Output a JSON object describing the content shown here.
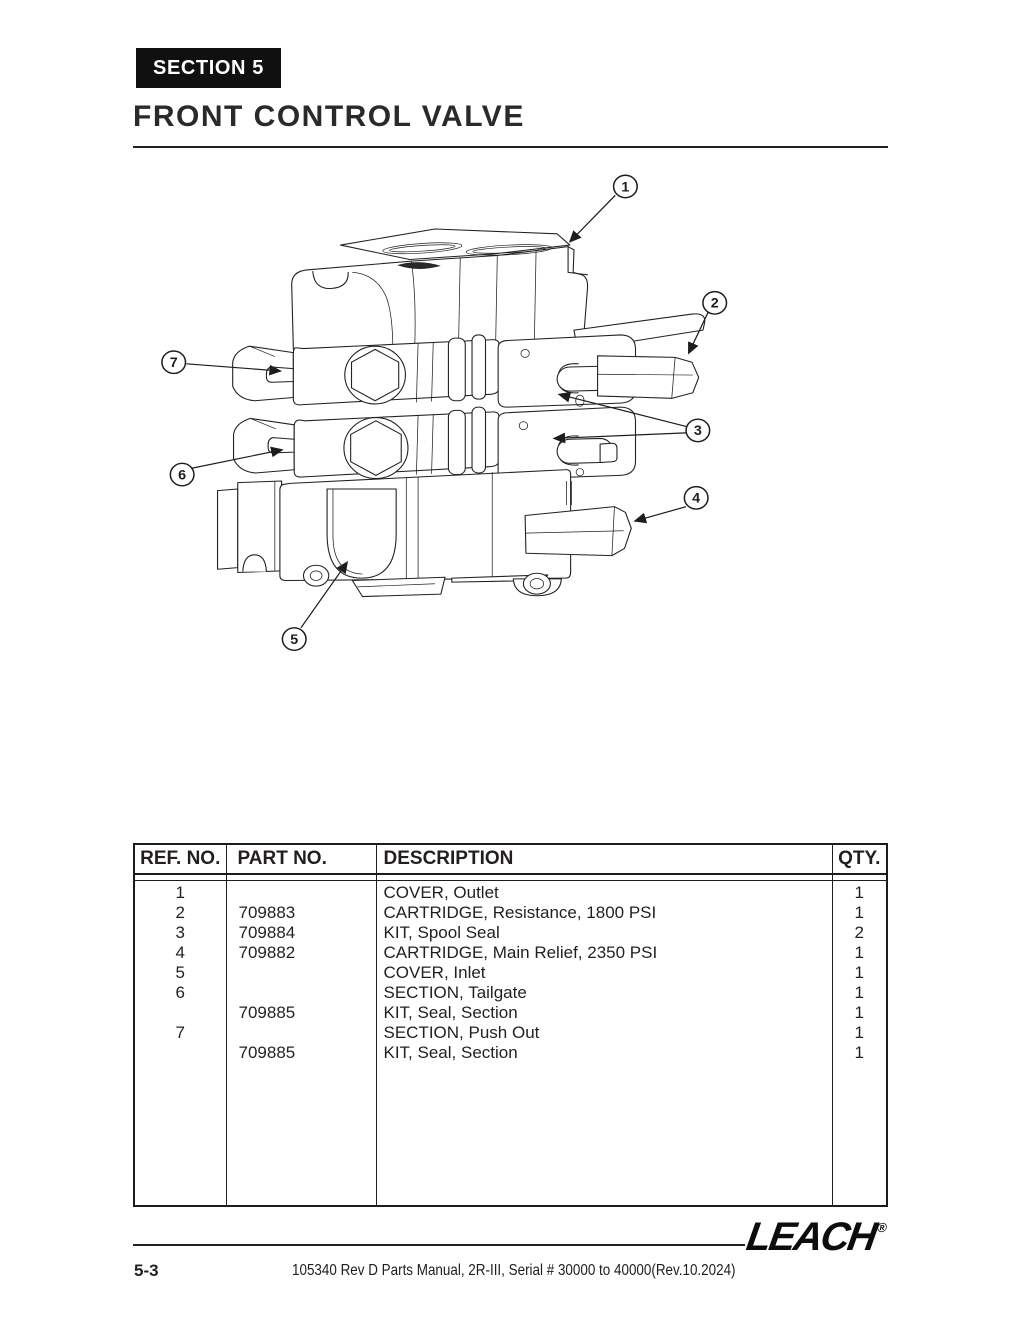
{
  "header": {
    "section_label": "SECTION 5",
    "title": "FRONT CONTROL VALVE"
  },
  "diagram": {
    "callouts": [
      "1",
      "2",
      "3",
      "4",
      "5",
      "6",
      "7"
    ]
  },
  "table": {
    "headers": [
      "REF. NO.",
      "PART NO.",
      "DESCRIPTION",
      "QTY."
    ],
    "rows": [
      [
        "1",
        "",
        "COVER, Outlet",
        "1"
      ],
      [
        "2",
        "709883",
        "CARTRIDGE, Resistance, 1800 PSI",
        "1"
      ],
      [
        "3",
        "709884",
        "KIT, Spool Seal",
        "2"
      ],
      [
        "4",
        "709882",
        "CARTRIDGE, Main Relief, 2350 PSI",
        "1"
      ],
      [
        "5",
        "",
        "COVER, Inlet",
        "1"
      ],
      [
        "6",
        "",
        "SECTION, Tailgate",
        "1"
      ],
      [
        "",
        "709885",
        "KIT, Seal, Section",
        "1"
      ],
      [
        "7",
        "",
        "SECTION, Push Out",
        "1"
      ],
      [
        "",
        "709885",
        "KIT, Seal, Section",
        "1"
      ]
    ]
  },
  "footer": {
    "page_number": "5-3",
    "manual_info": "105340 Rev D Parts Manual, 2R-III, Serial # 30000 to 40000(Rev.10.2024)",
    "logo_text": "LEACH",
    "logo_registered": "®"
  },
  "colors": {
    "ink": "#231f20",
    "badge_bg": "#101010"
  }
}
